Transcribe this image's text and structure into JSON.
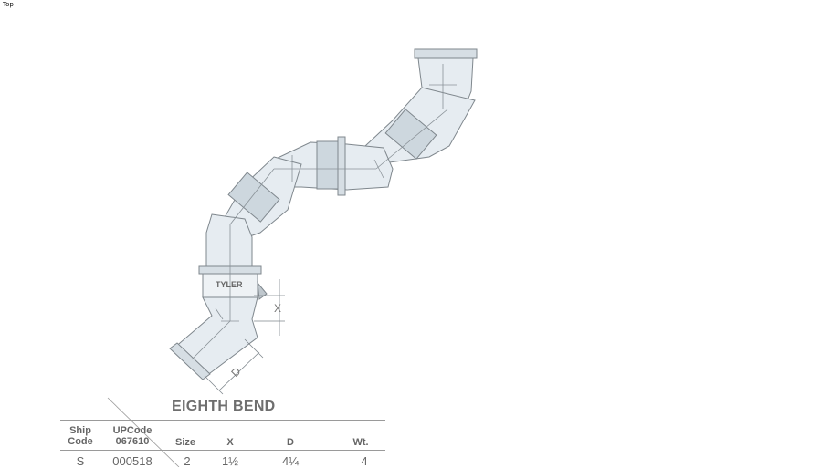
{
  "view": {
    "label": "Top"
  },
  "part": {
    "brand": "TYLER",
    "title": "EIGHTH BEND"
  },
  "dimensions": {
    "x": "X",
    "d": "D"
  },
  "table": {
    "headers": {
      "ship_code": [
        "Ship",
        "Code"
      ],
      "upcode": [
        "UPCode",
        "067610"
      ],
      "size": "Size",
      "x": "X",
      "d": "D",
      "wt": "Wt."
    },
    "row": {
      "ship_code": "S",
      "upcode": "000518",
      "size": "2",
      "x": "1½",
      "d": "4¼",
      "wt": "4"
    }
  },
  "colors": {
    "pipe_fill": "#e6ecf1",
    "hub_fill": "#cdd7de",
    "line": "#7f878d",
    "text": "#666666"
  }
}
